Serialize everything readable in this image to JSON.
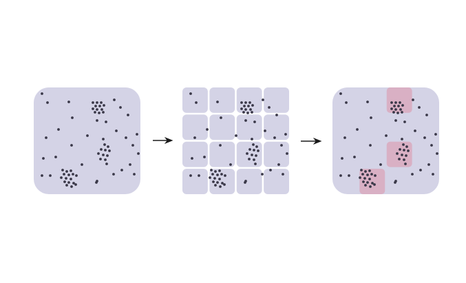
{
  "colors": {
    "panel_fill": "#d4d3e6",
    "dot": "#3a3848",
    "highlight": "#d9a9bd",
    "arrow": "#1a1a1a",
    "background": "#ffffff"
  },
  "stages": [
    {
      "name": "original",
      "description_shown": false
    },
    {
      "name": "grid-partitioned",
      "rows": 4,
      "cols": 4
    },
    {
      "name": "clusters-highlighted",
      "highlighted_cells": [
        [
          0,
          2
        ],
        [
          2,
          2
        ],
        [
          3,
          1
        ]
      ]
    }
  ],
  "arrows": [
    {
      "from": "original",
      "to": "grid-partitioned"
    },
    {
      "from": "grid-partitioned",
      "to": "clusters-highlighted"
    }
  ]
}
